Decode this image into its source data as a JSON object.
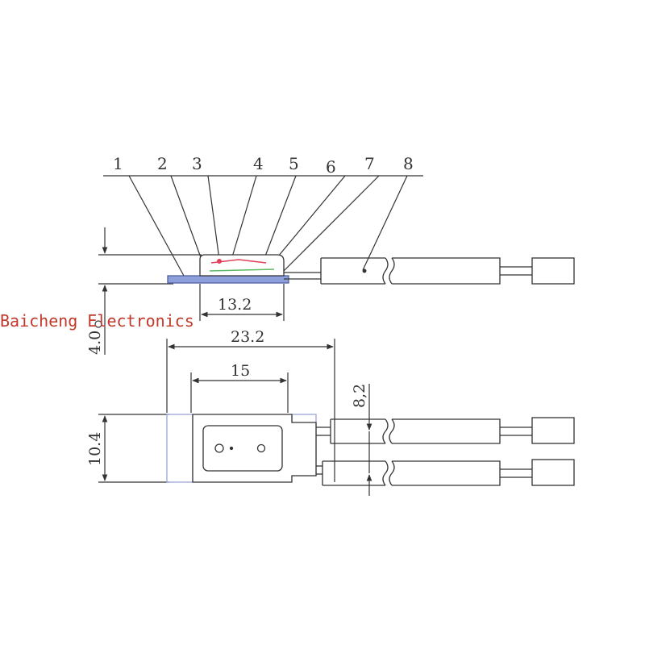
{
  "part_labels": [
    "1",
    "2",
    "3",
    "4",
    "5",
    "6",
    "7",
    "8"
  ],
  "dimensions": {
    "body_length": "13.2",
    "total_length": "23.2",
    "housing_length": "15",
    "height": "4.0",
    "width": "10.4",
    "lead_spacing": "8,2"
  },
  "watermark": "Baicheng Electronics",
  "colors": {
    "line": "#333333",
    "housing_outline": "#9aa6d8",
    "base_fill": "#8ea0dc",
    "accent_red": "#e0405a",
    "accent_green": "#5dbb63",
    "watermark": "#c0392b"
  }
}
